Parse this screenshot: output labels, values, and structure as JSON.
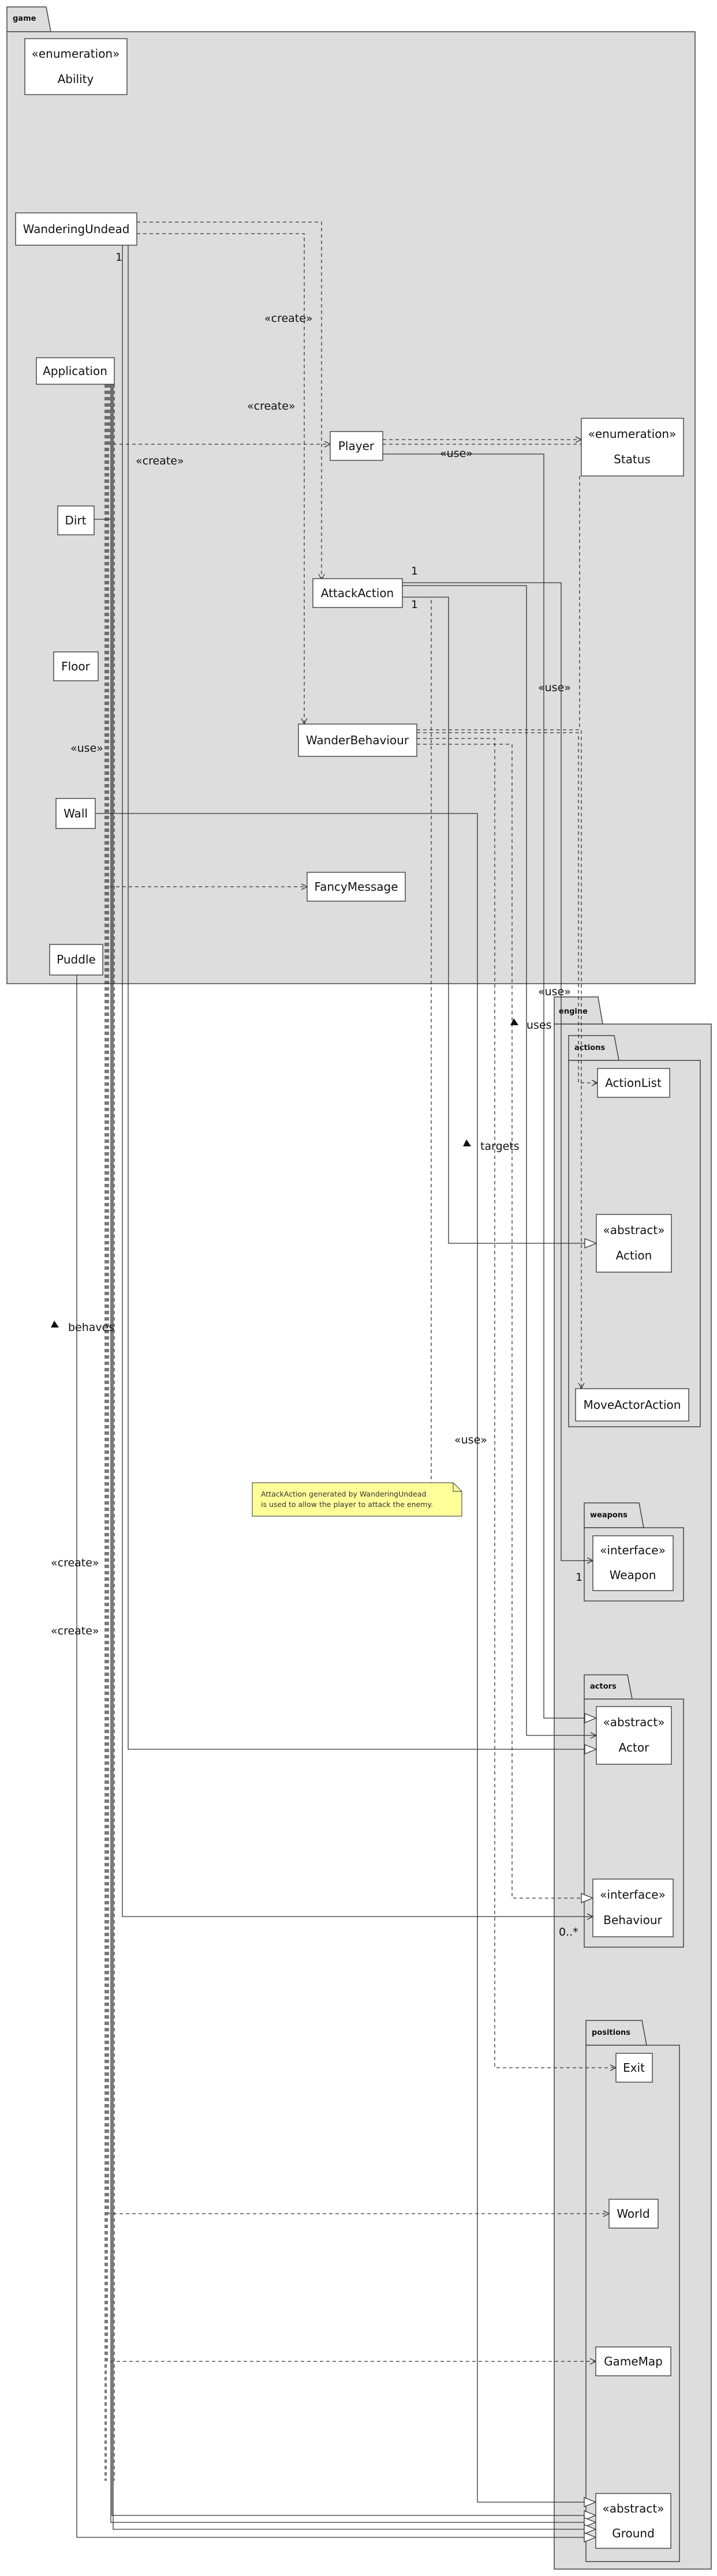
{
  "packages": {
    "game": "game",
    "engine": "engine",
    "actions": "actions",
    "weapons": "weapons",
    "actors": "actors",
    "positions": "positions"
  },
  "classes": {
    "ability": {
      "stereotype": "«enumeration»",
      "name": "Ability"
    },
    "wandering_undead": {
      "name": "WanderingUndead"
    },
    "application": {
      "name": "Application"
    },
    "player": {
      "name": "Player"
    },
    "status": {
      "stereotype": "«enumeration»",
      "name": "Status"
    },
    "dirt": {
      "name": "Dirt"
    },
    "attack_action": {
      "name": "AttackAction"
    },
    "floor": {
      "name": "Floor"
    },
    "wander_behaviour": {
      "name": "WanderBehaviour"
    },
    "wall": {
      "name": "Wall"
    },
    "fancy_message": {
      "name": "FancyMessage"
    },
    "puddle": {
      "name": "Puddle"
    },
    "action_list": {
      "name": "ActionList"
    },
    "action": {
      "stereotype": "«abstract»",
      "name": "Action"
    },
    "move_actor_action": {
      "name": "MoveActorAction"
    },
    "weapon": {
      "stereotype": "«interface»",
      "name": "Weapon"
    },
    "actor": {
      "stereotype": "«abstract»",
      "name": "Actor"
    },
    "behaviour": {
      "stereotype": "«interface»",
      "name": "Behaviour"
    },
    "exit": {
      "name": "Exit"
    },
    "world": {
      "name": "World"
    },
    "game_map": {
      "name": "GameMap"
    },
    "ground": {
      "stereotype": "«abstract»",
      "name": "Ground"
    }
  },
  "edge_labels": {
    "create_1": "«create»",
    "create_2": "«create»",
    "create_3": "«create»",
    "create_4": "«create»",
    "create_5": "«create»",
    "use_1": "«use»",
    "use_2": "«use»",
    "use_3": "«use»",
    "use_4": "«use»",
    "mult_wu": "1",
    "mult_aa_1": "1",
    "mult_aa_2": "1",
    "mult_weapon": "1",
    "mult_behaviour": "0..*",
    "uses": "uses",
    "targets": "targets",
    "behaves": "behaves"
  },
  "note": {
    "line1": "AttackAction generated by WanderingUndead",
    "line2": "is used to allow the player to attack the enemy."
  }
}
